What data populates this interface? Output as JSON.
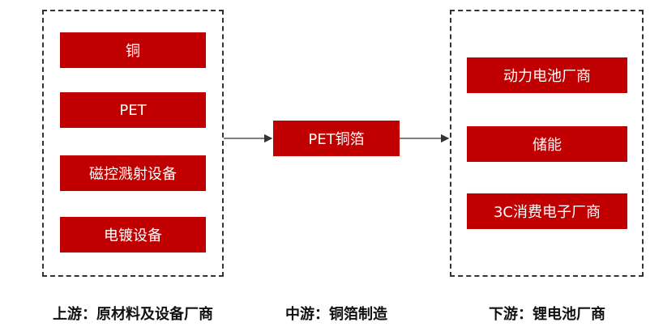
{
  "colors": {
    "box_fill": "#c00000",
    "box_text": "#ffffff",
    "border": "#333333",
    "arrow": "#333333"
  },
  "upstream": {
    "items": [
      "铜",
      "PET",
      "磁控溅射设备",
      "电镀设备"
    ],
    "caption": "上游：原材料及设备厂商"
  },
  "midstream": {
    "item": "PET铜箔",
    "caption": "中游：铜箔制造"
  },
  "downstream": {
    "items": [
      "动力电池厂商",
      "储能",
      "3C消费电子厂商"
    ],
    "caption": "下游：锂电池厂商"
  }
}
